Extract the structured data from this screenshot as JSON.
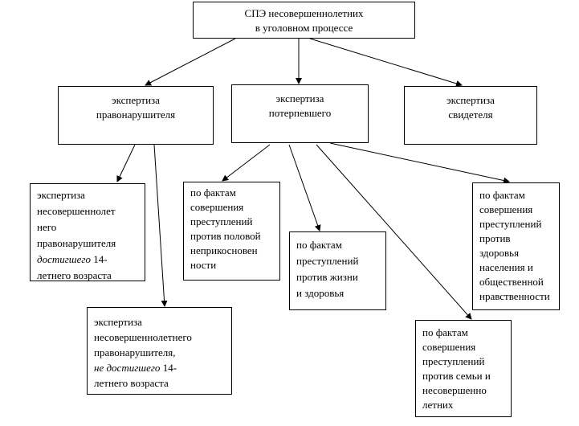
{
  "root": {
    "line1": "СПЭ несовершеннолетних",
    "line2": "в уголовном процессе"
  },
  "level1": {
    "offender": {
      "line1": "экспертиза",
      "line2": "правонарушителя"
    },
    "victim": {
      "line1": "экспертиза",
      "line2": "потерпевшего"
    },
    "witness": {
      "line1": "экспертиза",
      "line2": "свидетеля"
    }
  },
  "offender_children": {
    "reached": {
      "lines": [
        "экспертиза",
        "несовершеннолет",
        "него",
        "правонарушителя"
      ],
      "italic": "достигшего",
      "after_italic": " 14-",
      "last": "летнего возраста"
    },
    "not_reached": {
      "lines": [
        "экспертиза",
        "несовершеннолетнего",
        "правонарушителя,"
      ],
      "italic": "не достигшего",
      "after_italic": " 14-",
      "last": "летнего возраста"
    }
  },
  "victim_children": {
    "sexual": [
      "по фактам",
      "совершения",
      "преступлений",
      "против половой",
      "неприкосновен",
      "ности"
    ],
    "life": [
      "по фактам",
      "преступлений",
      "против жизни",
      "и здоровья"
    ],
    "family": [
      "по фактам",
      "совершения",
      "преступлений",
      "против семьи и",
      "несовершенно",
      "летних"
    ],
    "health": [
      "по фактам",
      "совершения",
      "преступлений",
      "против",
      "здоровья",
      "населения и",
      "общественной",
      "нравственности"
    ]
  }
}
